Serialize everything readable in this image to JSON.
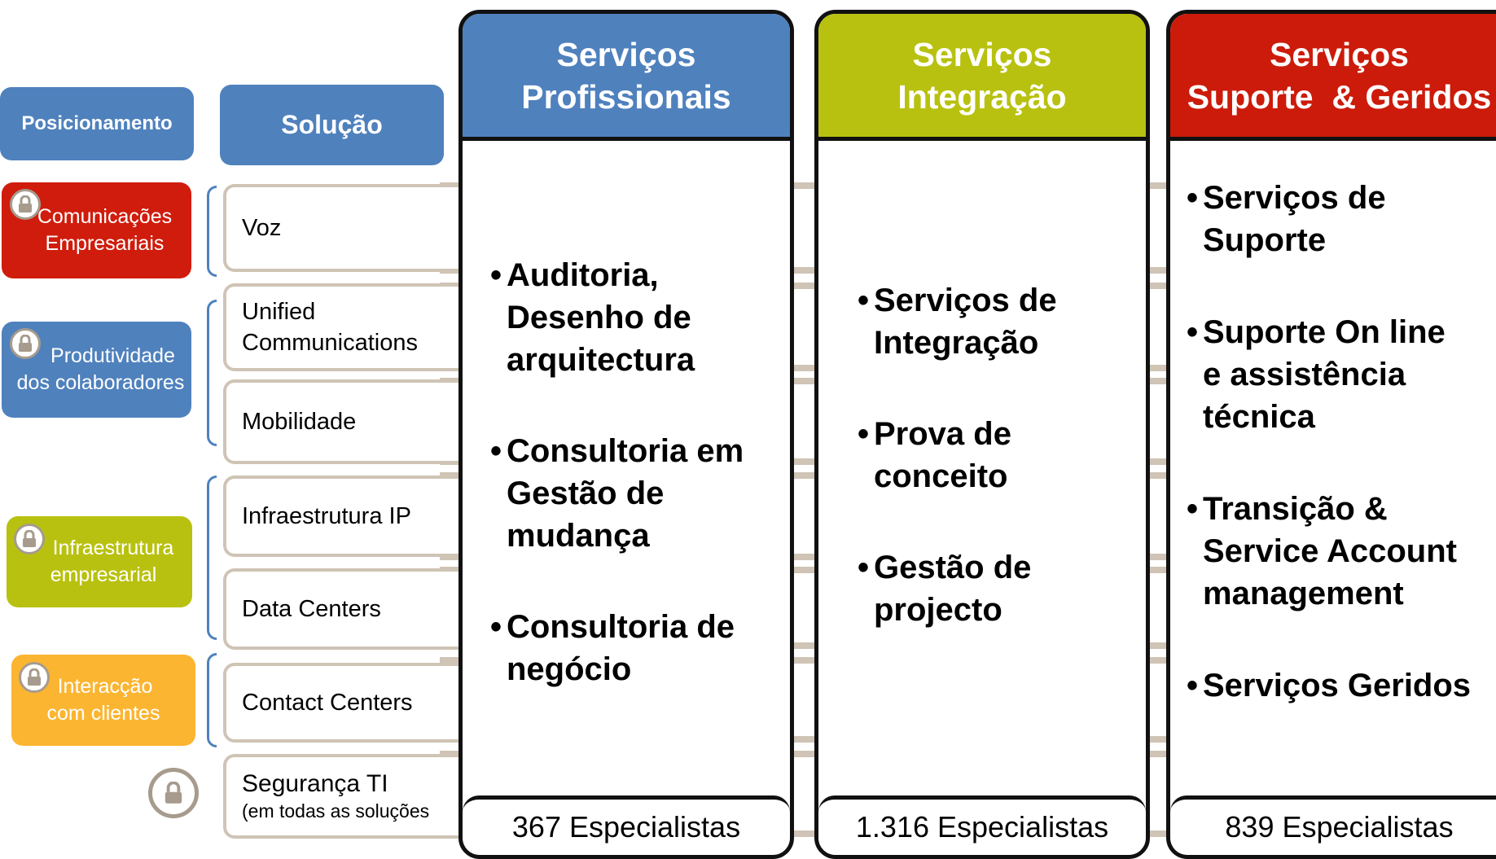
{
  "headers": {
    "positioning": "Posicionamento",
    "solution": "Solução"
  },
  "categories": [
    {
      "label_line1": "Comunicações",
      "label_line2": "Empresariais",
      "icon": "lock-icon",
      "color": "#d01c0c"
    },
    {
      "label_line1": "Produtividade",
      "label_line2": "dos colaboradores",
      "icon": "lock-icon",
      "color": "#4f81bd"
    },
    {
      "label_line1": "Infraestrutura",
      "label_line2": "empresarial",
      "icon": "lock-icon",
      "color": "#b8c10f"
    },
    {
      "label_line1": "Interacção",
      "label_line2": "com clientes",
      "icon": "lock-icon",
      "color": "#fbb531"
    }
  ],
  "solutions": [
    {
      "label": "Voz"
    },
    {
      "label_line1": "Unified",
      "label_line2": "Communications"
    },
    {
      "label": "Mobilidade"
    },
    {
      "label": "Infraestrutura IP"
    },
    {
      "label": "Data Centers"
    },
    {
      "label": "Contact Centers"
    },
    {
      "label_line1": "Segurança TI",
      "label_line2": "(em todas as soluções"
    }
  ],
  "columns": [
    {
      "title_line1": "Serviços",
      "title_line2": "Profissionais",
      "color": "#4f81bd",
      "items": [
        {
          "line1": "Auditoria,",
          "line2": "Desenho de",
          "line3": "arquitectura"
        },
        {
          "line1": "Consultoria em",
          "line2": "Gestão de",
          "line3": "mudança"
        },
        {
          "line1": "Consultoria de",
          "line2": "negócio"
        }
      ],
      "footer": "367 Especialistas"
    },
    {
      "title_line1": "Serviços",
      "title_line2": "Integração",
      "color": "#b8c10f",
      "items": [
        {
          "line1": "Serviços de",
          "line2": "Integração"
        },
        {
          "line1": "Prova de",
          "line2": "conceito"
        },
        {
          "line1": "Gestão de",
          "line2": "projecto"
        }
      ],
      "footer": "1.316 Especialistas"
    },
    {
      "title_line1": "Serviços",
      "title_line2": "Suporte  & Geridos",
      "color": "#cc1b0a",
      "items": [
        {
          "line1": "Serviços de",
          "line2": "Suporte"
        },
        {
          "line1": "Suporte On line",
          "line2": "e assistência",
          "line3": "técnica"
        },
        {
          "line1": "Transição &",
          "line2": "Service Account",
          "line3": "management"
        },
        {
          "line1": "Serviços Geridos"
        }
      ],
      "footer": "839 Especialistas"
    }
  ]
}
